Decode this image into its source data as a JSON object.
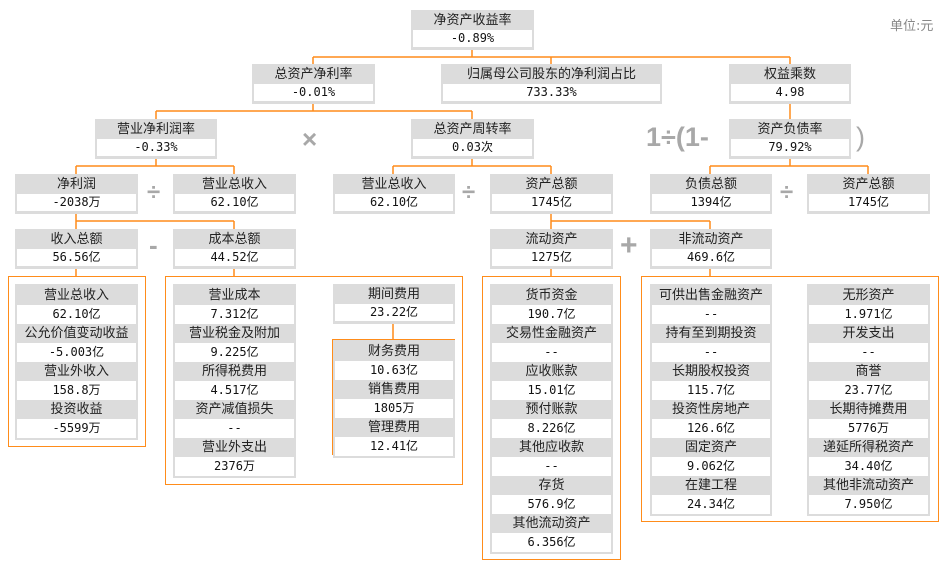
{
  "unit": "单位:元",
  "operators": {
    "times": "×",
    "div": "÷",
    "minus": "-",
    "plus": "+",
    "one_div": "1÷(1-",
    "close_paren": ")"
  },
  "nodes": {
    "roe": {
      "label": "净资产收益率",
      "value": "-0.89%"
    },
    "roa": {
      "label": "总资产净利率",
      "value": "-0.01%"
    },
    "parent_ratio": {
      "label": "归属母公司股东的净利润占比",
      "value": "733.33%"
    },
    "equity_multiplier": {
      "label": "权益乘数",
      "value": "4.98"
    },
    "net_margin": {
      "label": "营业净利润率",
      "value": "-0.33%"
    },
    "asset_turnover": {
      "label": "总资产周转率",
      "value": "0.03次"
    },
    "debt_ratio": {
      "label": "资产负债率",
      "value": "79.92%"
    },
    "net_profit": {
      "label": "净利润",
      "value": "-2038万"
    },
    "revenue_a": {
      "label": "营业总收入",
      "value": "62.10亿"
    },
    "revenue_b": {
      "label": "营业总收入",
      "value": "62.10亿"
    },
    "total_assets_a": {
      "label": "资产总额",
      "value": "1745亿"
    },
    "total_liabilities": {
      "label": "负债总额",
      "value": "1394亿"
    },
    "total_assets_b": {
      "label": "资产总额",
      "value": "1745亿"
    },
    "total_income": {
      "label": "收入总额",
      "value": "56.56亿"
    },
    "total_cost": {
      "label": "成本总额",
      "value": "44.52亿"
    },
    "current_assets": {
      "label": "流动资产",
      "value": "1275亿"
    },
    "noncurrent_assets": {
      "label": "非流动资产",
      "value": "469.6亿"
    },
    "period_expense": {
      "label": "期间费用",
      "value": "23.22亿"
    }
  },
  "groups": {
    "income": [
      {
        "label": "营业总收入",
        "value": "62.10亿"
      },
      {
        "label": "公允价值变动收益",
        "value": "-5.003亿"
      },
      {
        "label": "营业外收入",
        "value": "158.8万"
      },
      {
        "label": "投资收益",
        "value": "-5599万"
      }
    ],
    "cost": [
      {
        "label": "营业成本",
        "value": "7.312亿"
      },
      {
        "label": "营业税金及附加",
        "value": "9.225亿"
      },
      {
        "label": "所得税费用",
        "value": "4.517亿"
      },
      {
        "label": "资产减值损失",
        "value": "--"
      },
      {
        "label": "营业外支出",
        "value": "2376万"
      }
    ],
    "expenses": [
      {
        "label": "财务费用",
        "value": "10.63亿"
      },
      {
        "label": "销售费用",
        "value": "1805万"
      },
      {
        "label": "管理费用",
        "value": "12.41亿"
      }
    ],
    "current": [
      {
        "label": "货币资金",
        "value": "190.7亿"
      },
      {
        "label": "交易性金融资产",
        "value": "--"
      },
      {
        "label": "应收账款",
        "value": "15.01亿"
      },
      {
        "label": "预付账款",
        "value": "8.226亿"
      },
      {
        "label": "其他应收款",
        "value": "--"
      },
      {
        "label": "存货",
        "value": "576.9亿"
      },
      {
        "label": "其他流动资产",
        "value": "6.356亿"
      }
    ],
    "noncurrent_left": [
      {
        "label": "可供出售金融资产",
        "value": "--"
      },
      {
        "label": "持有至到期投资",
        "value": "--"
      },
      {
        "label": "长期股权投资",
        "value": "115.7亿"
      },
      {
        "label": "投资性房地产",
        "value": "126.6亿"
      },
      {
        "label": "固定资产",
        "value": "9.062亿"
      },
      {
        "label": "在建工程",
        "value": "24.34亿"
      }
    ],
    "noncurrent_right": [
      {
        "label": "无形资产",
        "value": "1.971亿"
      },
      {
        "label": "开发支出",
        "value": "--"
      },
      {
        "label": "商誉",
        "value": "23.77亿"
      },
      {
        "label": "长期待摊费用",
        "value": "5776万"
      },
      {
        "label": "递延所得税资产",
        "value": "34.40亿"
      },
      {
        "label": "其他非流动资产",
        "value": "7.950亿"
      }
    ]
  },
  "colors": {
    "connector": "#ff8c1a",
    "box": "#dcdcdc",
    "operator": "#a8a8a8"
  }
}
